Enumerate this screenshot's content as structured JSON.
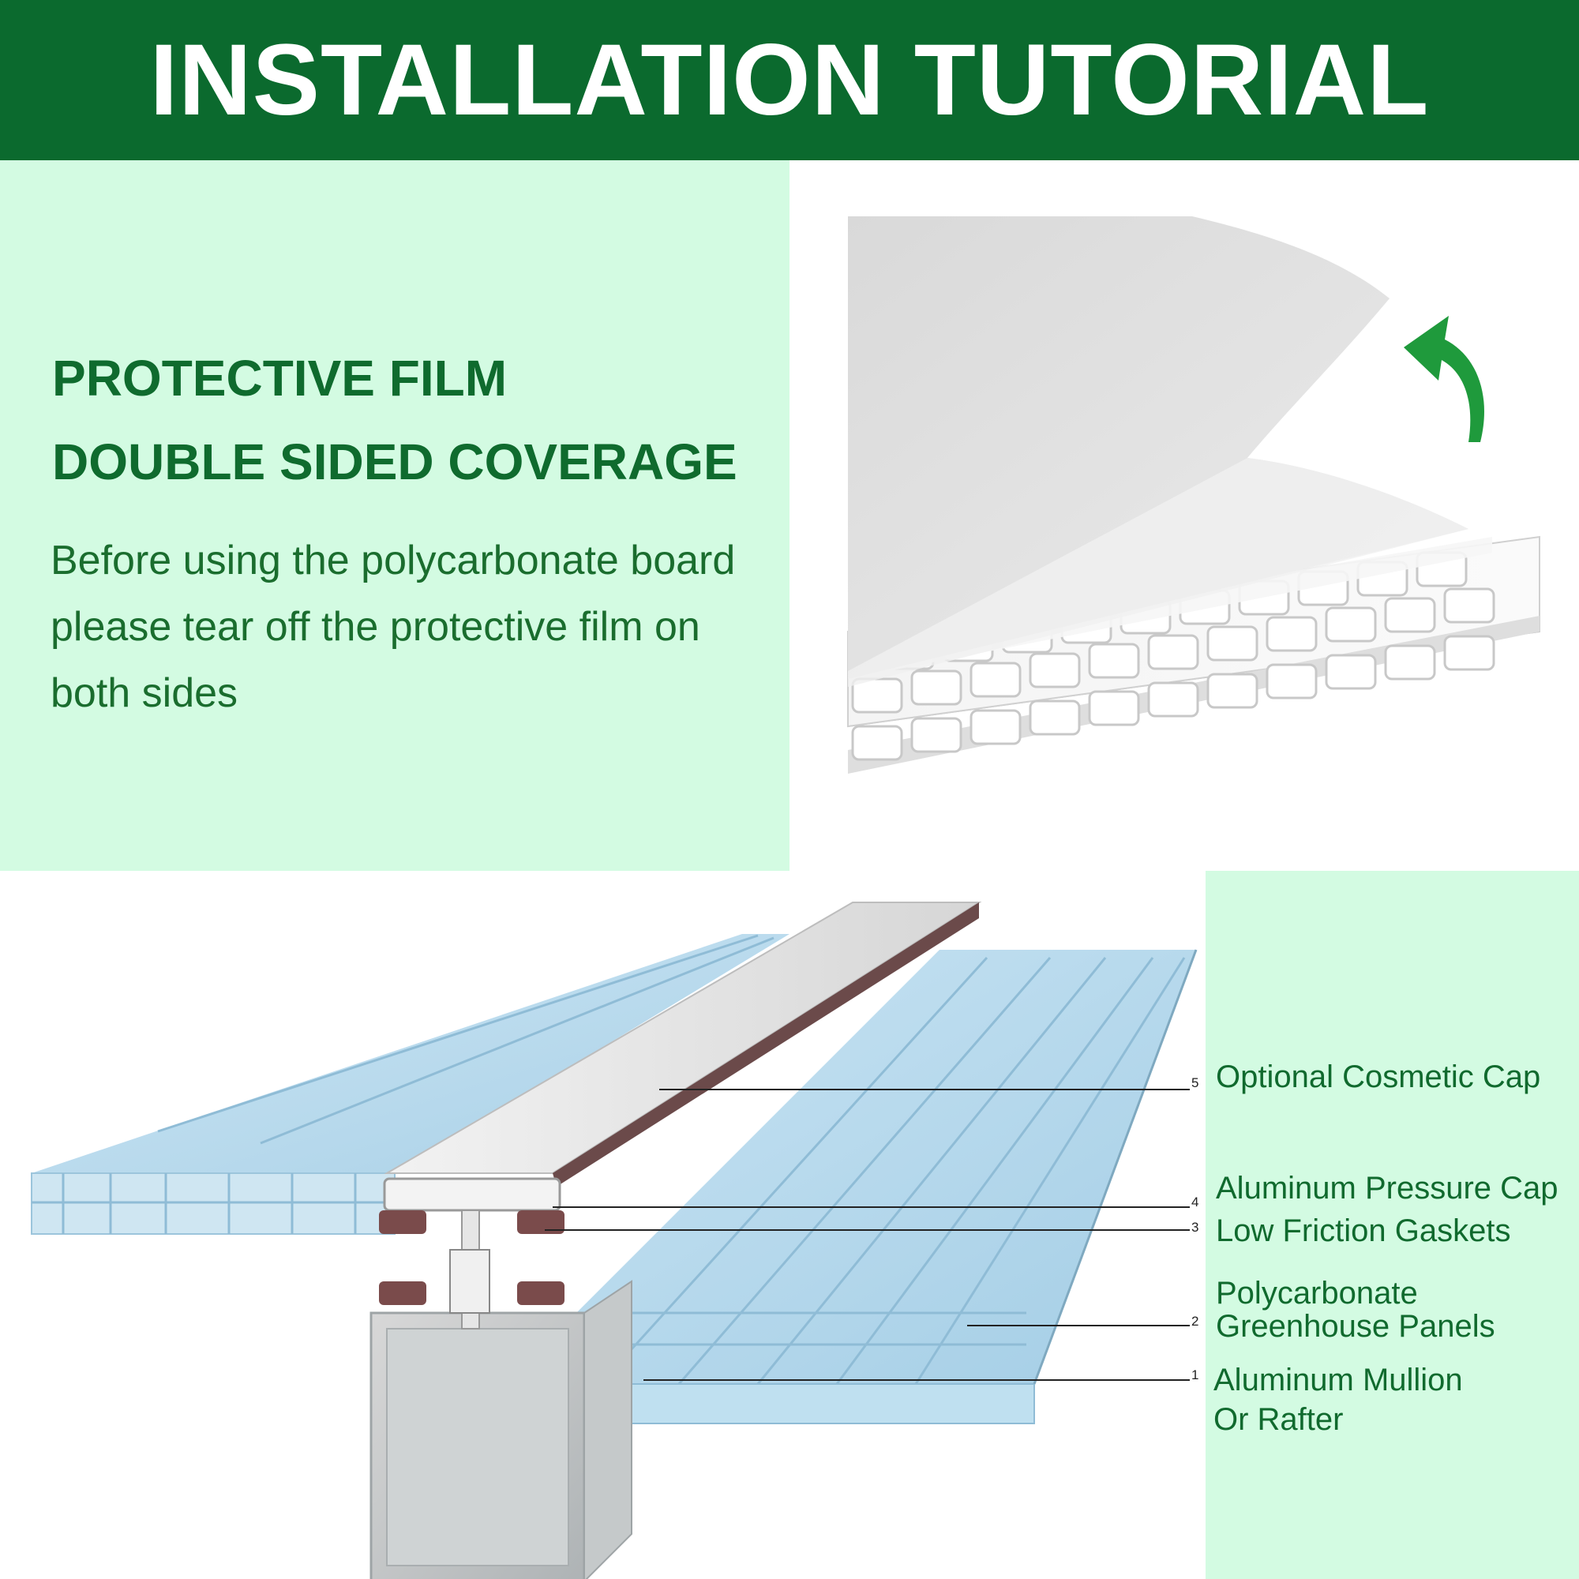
{
  "header": {
    "title": "INSTALLATION TUTORIAL"
  },
  "protective_film": {
    "heading_line1": "PROTECTIVE FILM",
    "heading_line2": "DOUBLE SIDED COVERAGE",
    "body": "Before using the polycarbonate board please tear off the protective film on both sides"
  },
  "parts": [
    {
      "number": "5",
      "label": "Optional Cosmetic Cap"
    },
    {
      "number": "4",
      "label": "Aluminum Pressure Cap"
    },
    {
      "number": "3",
      "label": "Low Friction Gaskets"
    },
    {
      "number": "2",
      "label_line1": "Polycarbonate",
      "label_line2": "Greenhouse Panels"
    },
    {
      "number": "1",
      "label_line1": "Aluminum Mullion",
      "label_line2": "Or Rafter"
    }
  ],
  "colors": {
    "header_bg": "#0b6a2e",
    "panel_bg": "#d3fbe2",
    "text_green": "#0f6b2e",
    "arrow_green": "#1f9a3c",
    "panel_blue": "#a9d4ec"
  }
}
